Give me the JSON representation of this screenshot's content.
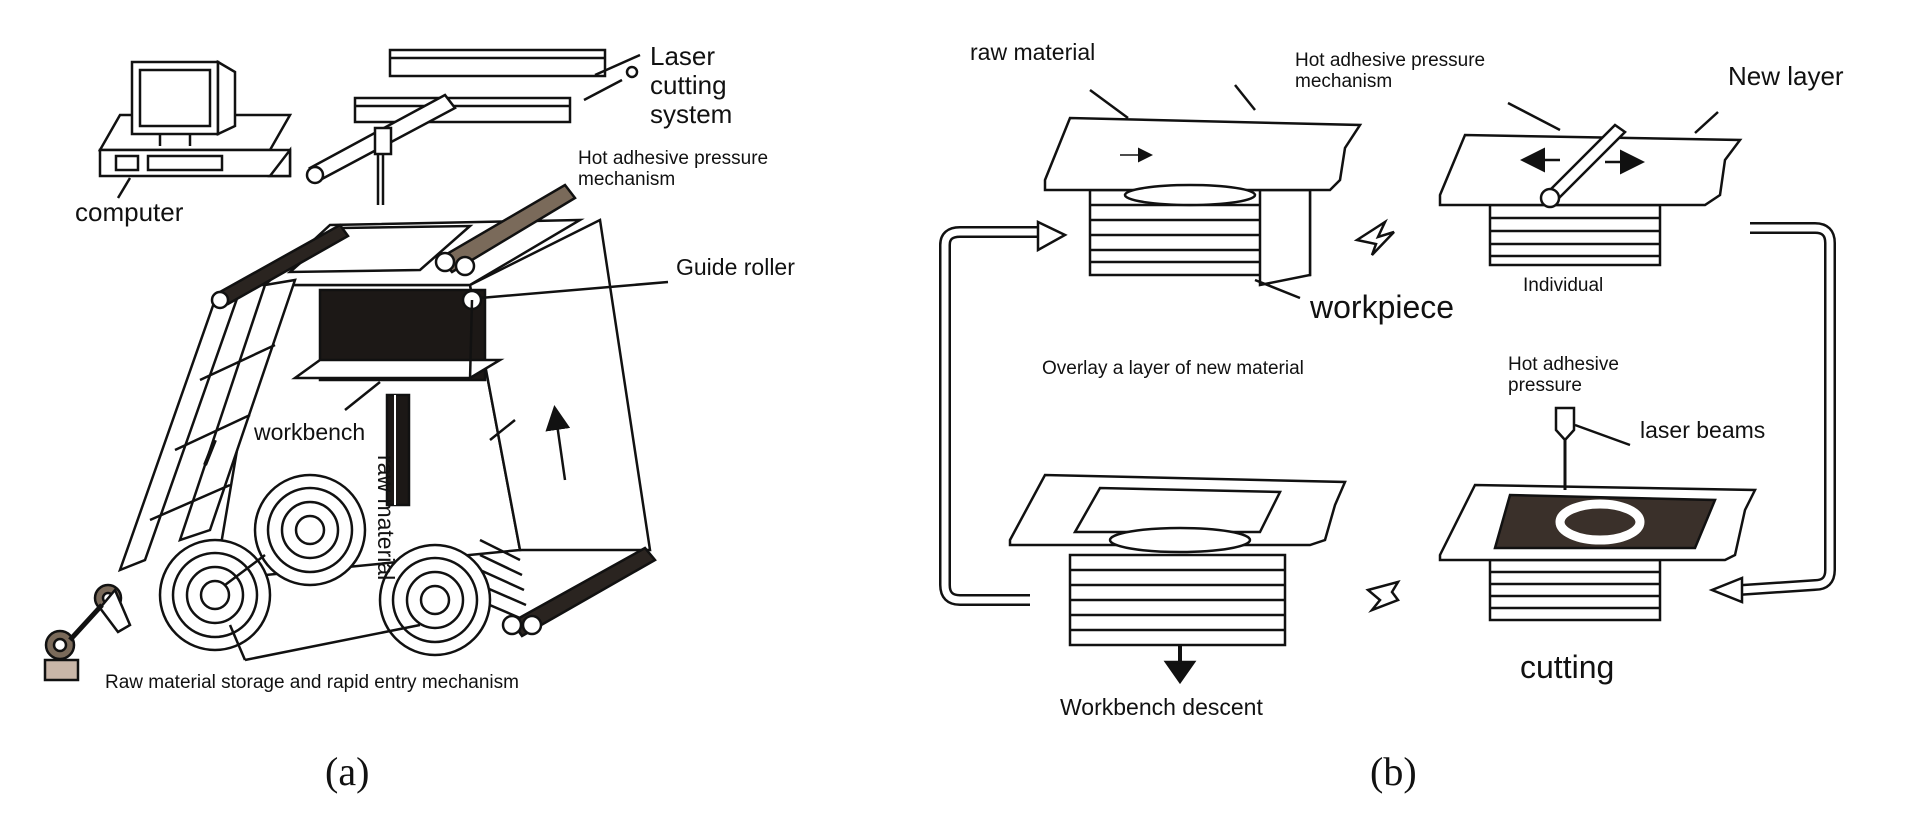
{
  "panel_a": {
    "caption": "(a)",
    "labels": {
      "computer": "computer",
      "laser_cutting_system": "Laser\ncutting\nsystem",
      "hot_adhesive_pressure_mechanism": "Hot adhesive pressure\nmechanism",
      "guide_roller": "Guide roller",
      "workbench": "workbench",
      "raw_material": "raw material",
      "storage_mechanism": "Raw material storage and rapid entry mechanism"
    }
  },
  "panel_b": {
    "caption": "(b)",
    "labels": {
      "raw_material": "raw material",
      "hot_adhesive_pressure_mechanism": "Hot adhesive pressure\nmechanism",
      "new_layer": "New layer",
      "workpiece": "workpiece",
      "individual": "Individual",
      "overlay": "Overlay a layer of new material",
      "hot_adhesive_pressure": "Hot adhesive\npressure",
      "laser_beams": "laser beams",
      "cutting": "cutting",
      "workbench_descent": "Workbench descent"
    }
  },
  "colors": {
    "ink": "#111111",
    "dark_fill": "#2a2420",
    "light_fill": "#ffffff"
  }
}
